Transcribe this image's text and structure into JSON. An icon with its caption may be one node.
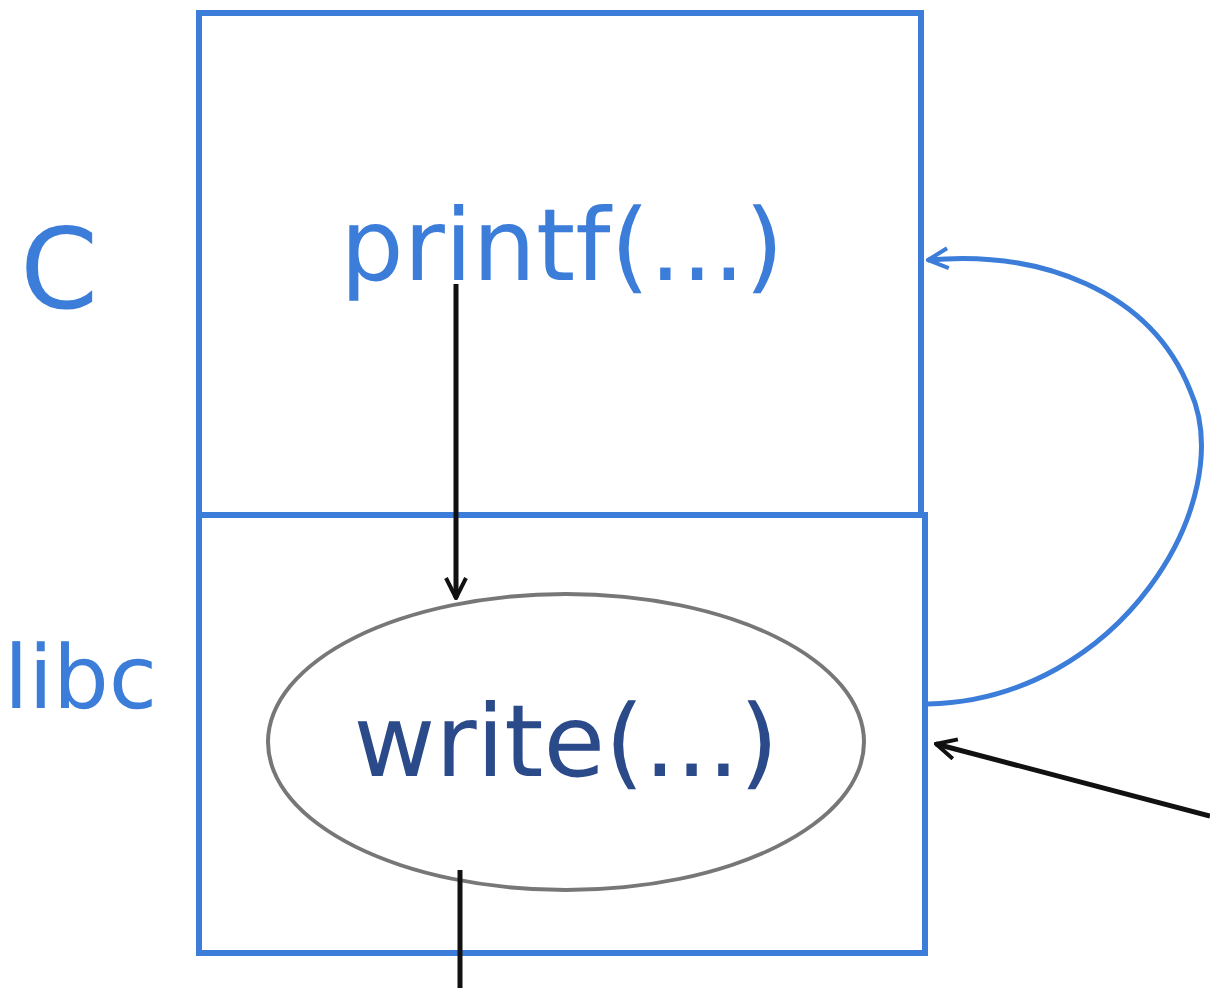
{
  "diagram": {
    "nodes": [
      {
        "text": [],
        "shape": "box"
      },
      {
        "text": [
          "printf(...)"
        ],
        "in": 0
      },
      {
        "text": [],
        "shape": "box"
      },
      {
        "text": [
          "write(...)"
        ],
        "in": 2
      }
    ],
    "edges": [
      {
        "from": 1,
        "to": 3,
        "arrow": "to"
      },
      {
        "from": 2,
        "to": 0,
        "arrow": "to",
        "color": "#3b7dd8"
      },
      {
        "from": null,
        "to": 2,
        "arrow": "to"
      },
      {
        "from": 3,
        "to": null,
        "arrow": "none"
      }
    ],
    "labels": [
      "C",
      "libc"
    ]
  }
}
